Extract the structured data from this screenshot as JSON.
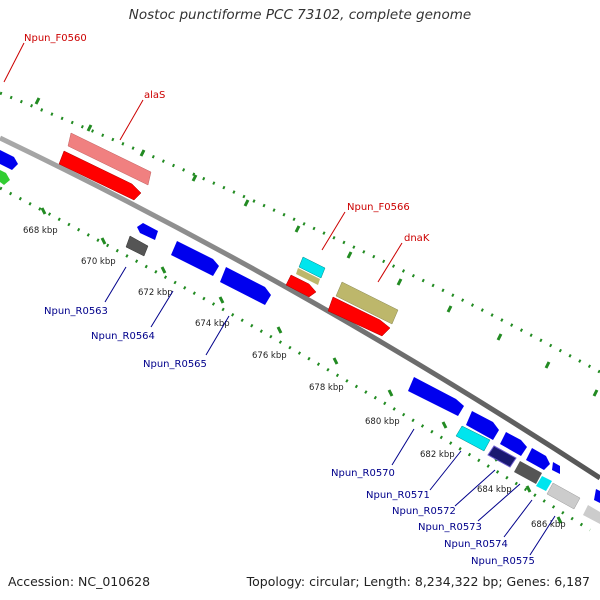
{
  "title": "Nostoc punctiforme PCC 73102, complete genome",
  "footer": {
    "accession": "Accession: NC_010628",
    "summary": "Topology: circular; Length: 8,234,322 bp; Genes: 6,187"
  },
  "tick_labels": [
    "668 kbp",
    "670 kbp",
    "672 kbp",
    "674 kbp",
    "676 kbp",
    "678 kbp",
    "680 kbp",
    "682 kbp",
    "684 kbp",
    "686 kbp"
  ],
  "gene_labels_forward": [
    "Npun_F0560",
    "alaS",
    "Npun_F0566",
    "dnaK"
  ],
  "gene_labels_reverse": [
    "Npun_R0563",
    "Npun_R0564",
    "Npun_R0565",
    "Npun_R0570",
    "Npun_R0571",
    "Npun_R0572",
    "Npun_R0573",
    "Npun_R0574",
    "Npun_R0575"
  ],
  "colors": {
    "forward_label": "#cc0000",
    "reverse_label": "#00008b",
    "backbone": "#888888",
    "tick": "#228b22",
    "gene_red": "#ff0000",
    "gene_pink": "#f08080",
    "gene_blue": "#0000ee",
    "gene_gray": "#555555",
    "gene_cyan": "#00e5ee",
    "gene_olive": "#bdb76b",
    "gene_green": "#32cd32",
    "gene_lightgray": "#cccccc"
  }
}
